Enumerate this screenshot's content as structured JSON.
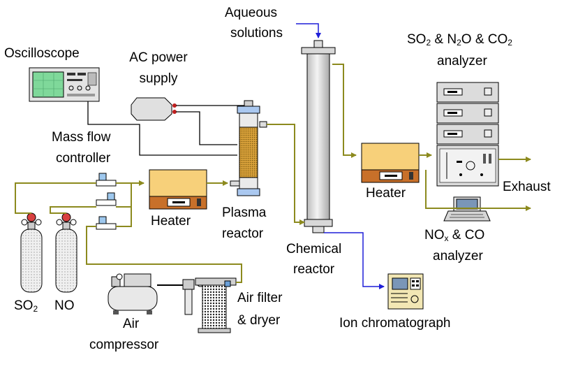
{
  "labels": {
    "oscilloscope": "Oscilloscope",
    "ac_power_1": "AC power",
    "ac_power_2": "supply",
    "mass_flow_1": "Mass flow",
    "mass_flow_2": "controller",
    "heater_left": "Heater",
    "plasma_1": "Plasma",
    "plasma_2": "reactor",
    "aqueous_1": "Aqueous",
    "aqueous_2": "solutions",
    "chemical_1": "Chemical",
    "chemical_2": "reactor",
    "heater_right": "Heater",
    "analyzer_top_so": "SO",
    "analyzer_top_so_sub": "2",
    "analyzer_top_mid": " & N",
    "analyzer_top_n_sub": "2",
    "analyzer_top_o": "O & CO",
    "analyzer_top_co_sub": "2",
    "analyzer_top_2": "analyzer",
    "exhaust": "Exhaust",
    "nox_no": "NO",
    "nox_sub": "x",
    "nox_rest": " & CO",
    "nox_2": "analyzer",
    "ion_chromatograph": "Ion chromatograph",
    "so2_so": "SO",
    "so2_sub": "2",
    "no": "NO",
    "air_comp_1": "Air",
    "air_comp_2": "compressor",
    "air_filter_1": "Air filter",
    "air_filter_2": "& dryer"
  },
  "colors": {
    "gas_line": "#8c8a1e",
    "signal_line": "#1f1fd8",
    "wire": "#000000",
    "heater_top": "#f7d07a",
    "heater_bottom": "#c8702a",
    "analyzer_body": "#dcdcdc",
    "cylinder": "#e6e6e6"
  }
}
